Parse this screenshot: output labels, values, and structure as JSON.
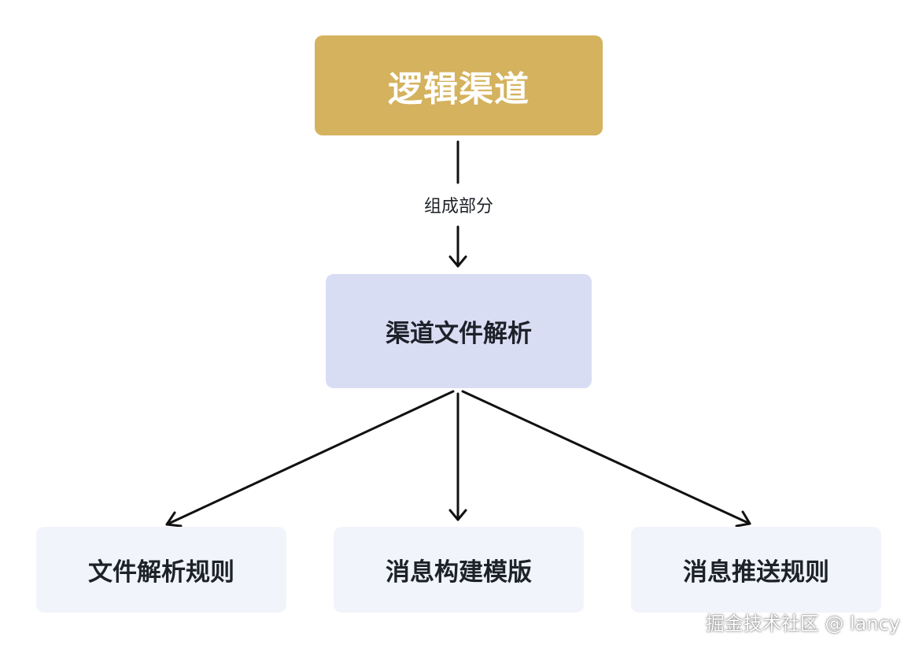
{
  "root": {
    "label": "逻辑渠道"
  },
  "edge": {
    "label": "组成部分"
  },
  "middle": {
    "label": "渠道文件解析"
  },
  "leaves": [
    {
      "label": "文件解析规则"
    },
    {
      "label": "消息构建模版"
    },
    {
      "label": "消息推送规则"
    }
  ],
  "watermark": "掘金技术社区 @ lancy",
  "colors": {
    "root_fill": "#d4b25e",
    "middle_fill": "#d9ddf4",
    "leaf_fill": "#f2f4fb",
    "line": "#111111"
  }
}
